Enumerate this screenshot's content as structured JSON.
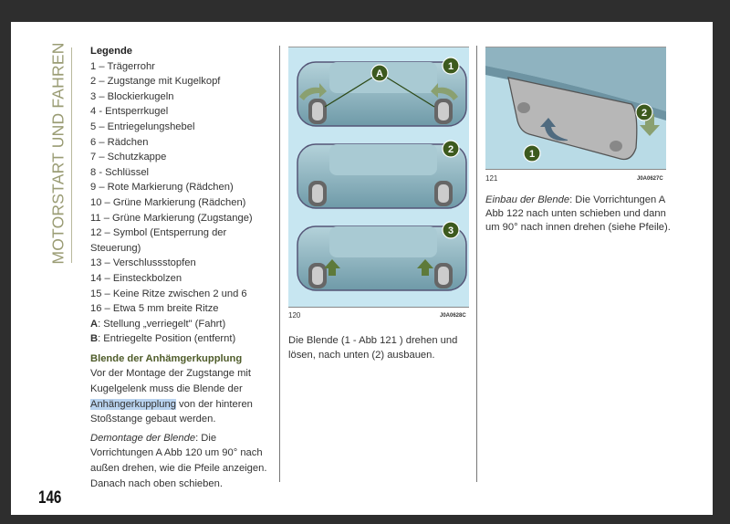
{
  "side_title": "MOTORSTART UND FAHREN",
  "legend": {
    "title": "Legende",
    "items": [
      "1 – Trägerrohr",
      "2 – Zugstange mit Kugelkopf",
      "3 – Blockierkugeln",
      "4 - Entsperrkugel",
      "5 – Entriegelungshebel",
      "6 – Rädchen",
      "7 – Schutzkappe",
      "8 - Schlüssel",
      "9 – Rote Markierung (Rädchen)",
      "10 – Grüne Markierung (Rädchen)",
      "11 – Grüne Markierung (Zugstange)",
      "12 – Symbol (Entsperrung der Steuerung)",
      "13 – Verschlussstopfen",
      "14 – Einsteckbolzen",
      "15 – Keine Ritze zwischen 2 und 6",
      "16 – Etwa 5 mm breite Ritze"
    ],
    "a_key": "A",
    "a_text": ": Stellung „verriegelt\" (Fahrt)",
    "b_key": "B",
    "b_text": ": Entriegelte Position (entfernt)"
  },
  "section": {
    "heading": "Blende der Anhämgerkupplung",
    "para1_before": "Vor der Montage der Zugstange mit Kugelgelenk muss die Blende der ",
    "para1_highlight": "Anhängerkupplung",
    "para1_after": " von der hinteren Stoßstange gebaut werden.",
    "para2_italic": "Demontage der Blende",
    "para2_rest": ": Die Vorrichtungen A Abb 120 um 90° nach außen drehen, wie die Pfeile anzeigen. Danach nach oben schieben."
  },
  "figure120": {
    "number": "120",
    "code": "J0A0628C",
    "labels": [
      "A",
      "1",
      "2",
      "3"
    ],
    "caption": "Die Blende (1 - Abb 121 ) drehen und lösen, nach unten (2) ausbauen."
  },
  "figure121": {
    "number": "121",
    "code": "J0A0627C",
    "labels": [
      "1",
      "2"
    ],
    "caption_italic": "Einbau der Blende",
    "caption_rest": ": Die Vorrichtungen A Abb 122 nach unten schieben und dann um 90° nach innen drehen (siehe Pfeile)."
  },
  "page_number": "146",
  "colors": {
    "accent_green": "#4f5c2a",
    "side_title": "#9a9c74",
    "figure_bg": "#c7e6f1",
    "badge": "#3d5a1e"
  }
}
